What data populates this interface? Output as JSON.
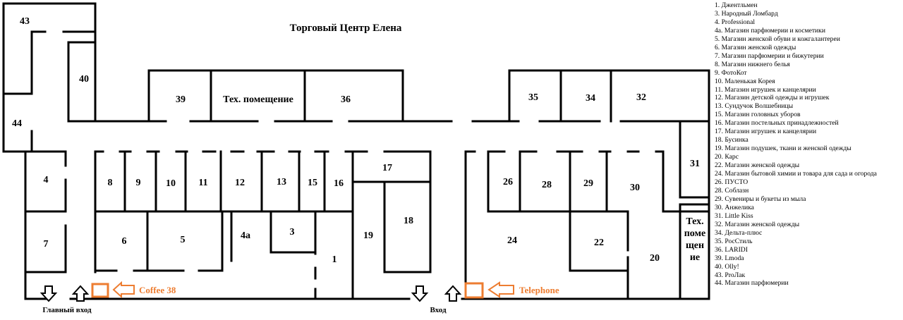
{
  "title": "Торговый Центр Елена",
  "rooms": {
    "r43": "43",
    "r40": "40",
    "r44": "44",
    "r39": "39",
    "tech_top": "Тех. помещение",
    "r36": "36",
    "r35": "35",
    "r34": "34",
    "r32": "32",
    "r4": "4",
    "r7": "7",
    "r8": "8",
    "r9": "9",
    "r10": "10",
    "r11": "11",
    "r12": "12",
    "r13": "13",
    "r15": "15",
    "r16": "16",
    "r17": "17",
    "r18": "18",
    "r19": "19",
    "r6": "6",
    "r5": "5",
    "r4a": "4а",
    "r3": "3",
    "r1": "1",
    "r26": "26",
    "r28": "28",
    "r29": "29",
    "r30": "30",
    "r31": "31",
    "r24": "24",
    "r22": "22",
    "r20": "20",
    "tech_right": [
      "Тех.",
      "поме",
      "щен",
      "ие"
    ]
  },
  "kiosks": {
    "coffee": "Coffee 38",
    "telephone": "Telephone"
  },
  "entrances": {
    "main": "Главный вход",
    "side": "Вход"
  },
  "colors": {
    "kiosk": "#ed7d31",
    "walls": "#000000"
  },
  "legend": [
    "1. Джентльмен",
    "3. Народный Ломбард",
    "4. Professional",
    "4а. Магазин парфюмерии и косметики",
    "5. Магазин женской обуви и кожгалантереи",
    "6. Магазин женской одежды",
    "7. Магазин парфюмерии и бижутерии",
    "8. Магазин нижнего белья",
    "9. ФотоКот",
    "10. Маленькая Корея",
    "11. Магазин игрушек и канцелярии",
    "12. Магазин детской одежды и игрушек",
    "13. Сундучок Волшебницы",
    "15. Магазин головных уборов",
    "16. Магазин постельных принадлежностей",
    "17. Магазин игрушек и канцелярии",
    "18. Бусинка",
    "19. Магазин подушек, ткани и женской одежды",
    "20. Карс",
    "22. Магазин женской одежды",
    "24. Магазин бытовой химии и товара для сада и огорода",
    "26.  ПУСТО",
    "28. Соблазн",
    "29. Сувениры и букеты из мыла",
    "30. Анжелика",
    "31. Little Kiss",
    "32. Магазин женской одежды",
    "34. Дельта-плюс",
    "35. РосСтиль",
    "36. LARIDI",
    "39. Lmoda",
    "40. Olly!",
    "43. ProЛак",
    "44. Магазин парфюмерии"
  ]
}
